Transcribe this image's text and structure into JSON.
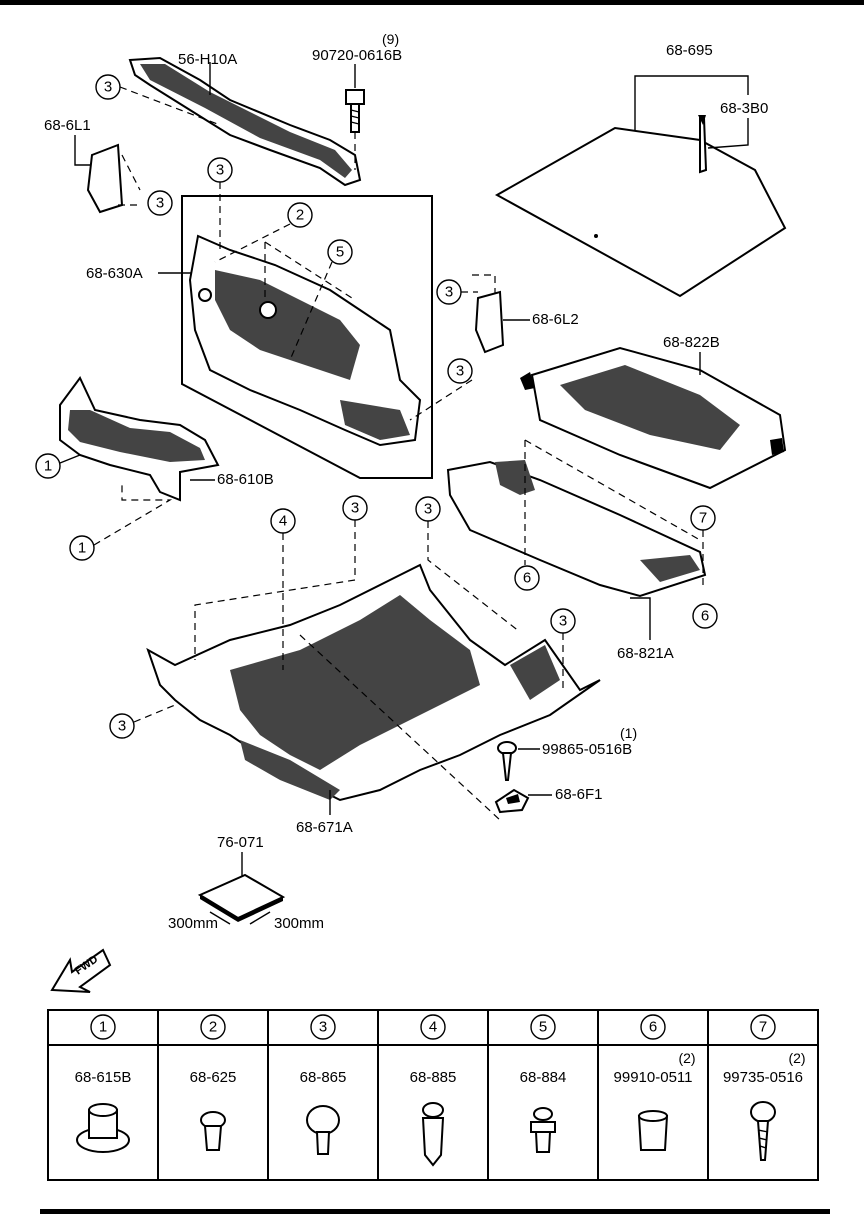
{
  "parts": {
    "dash_upper": "56-H10A",
    "bolt_num": "90720-0616B",
    "bolt_qty": "(9)",
    "tray": "68-695",
    "tray_clip": "68-3B0",
    "side_left": "68-6L1",
    "dash_insulator": "68-630A",
    "side_right": "68-6L2",
    "trunk_board": "68-822B",
    "dash_lower": "68-610B",
    "rear_trim": "68-821A",
    "floor_mat": "68-671A",
    "screw_num": "99865-0516B",
    "screw_qty": "(1)",
    "retainer": "68-6F1",
    "pad": "76-071",
    "pad_w": "300mm",
    "pad_h": "300mm",
    "fwd": "FWD"
  },
  "callouts": {
    "c1": "1",
    "c2": "2",
    "c3": "3",
    "c4": "4",
    "c5": "5",
    "c6": "6",
    "c7": "7"
  },
  "legend": [
    {
      "num": "1",
      "part": "68-615B",
      "qty": ""
    },
    {
      "num": "2",
      "part": "68-625",
      "qty": ""
    },
    {
      "num": "3",
      "part": "68-865",
      "qty": ""
    },
    {
      "num": "4",
      "part": "68-885",
      "qty": ""
    },
    {
      "num": "5",
      "part": "68-884",
      "qty": ""
    },
    {
      "num": "6",
      "part": "99910-0511",
      "qty": "(2)"
    },
    {
      "num": "7",
      "part": "99735-0516",
      "qty": "(2)"
    }
  ]
}
